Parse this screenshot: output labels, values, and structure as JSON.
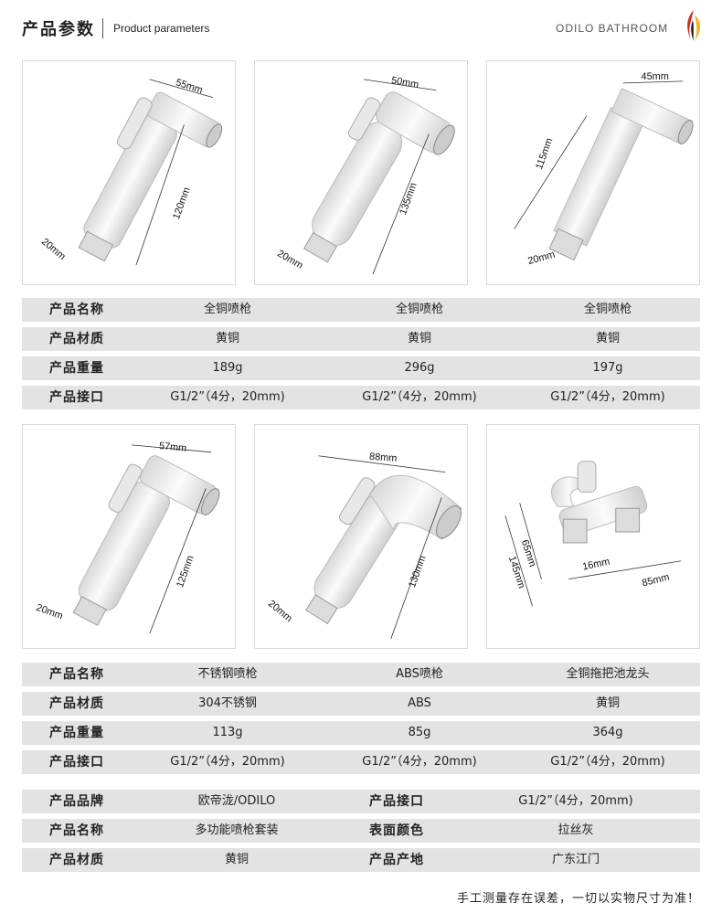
{
  "header": {
    "title_cn": "产品参数",
    "title_en": "Product parameters",
    "brand": "ODILO BATHROOM"
  },
  "row1": {
    "products": [
      {
        "dims": [
          "55mm",
          "120mm",
          "20mm"
        ]
      },
      {
        "dims": [
          "50mm",
          "135mm",
          "20mm"
        ]
      },
      {
        "dims": [
          "45mm",
          "115mm",
          "20mm"
        ]
      }
    ],
    "specs": [
      {
        "label": "产品名称",
        "values": [
          "全铜喷枪",
          "全铜喷枪",
          "全铜喷枪"
        ]
      },
      {
        "label": "产品材质",
        "values": [
          "黄铜",
          "黄铜",
          "黄铜"
        ]
      },
      {
        "label": "产品重量",
        "values": [
          "189g",
          "296g",
          "197g"
        ]
      },
      {
        "label": "产品接口",
        "values": [
          "G1/2”（4分，20mm)",
          "G1/2”（4分，20mm)",
          "G1/2”（4分，20mm)"
        ]
      }
    ]
  },
  "row2": {
    "products": [
      {
        "dims": [
          "57mm",
          "125mm",
          "20mm"
        ]
      },
      {
        "dims": [
          "88mm",
          "130mm",
          "20mm"
        ]
      },
      {
        "dims": [
          "65mm",
          "145mm",
          "16mm",
          "85mm"
        ]
      }
    ],
    "specs": [
      {
        "label": "产品名称",
        "values": [
          "不锈钢喷枪",
          "ABS喷枪",
          "全铜拖把池龙头"
        ]
      },
      {
        "label": "产品材质",
        "values": [
          "304不锈钢",
          "ABS",
          "黄铜"
        ]
      },
      {
        "label": "产品重量",
        "values": [
          "113g",
          "85g",
          "364g"
        ]
      },
      {
        "label": "产品接口",
        "values": [
          "G1/2”（4分，20mm)",
          "G1/2”（4分，20mm)",
          "G1/2”（4分，20mm)"
        ]
      }
    ]
  },
  "summary": [
    {
      "label1": "产品品牌",
      "value1": "欧帝泷/ODILO",
      "label2": "产品接口",
      "value2": "G1/2”（4分，20mm)"
    },
    {
      "label1": "产品名称",
      "value1": "多功能喷枪套装",
      "label2": "表面颜色",
      "value2": "拉丝灰"
    },
    {
      "label1": "产品材质",
      "value1": "黄铜",
      "label2": "产品产地",
      "value2": "广东江门"
    }
  ],
  "note": "手工测量存在误差，一切以实物尺寸为准！",
  "colors": {
    "row_bg": "#e3e3e3",
    "flame_red": "#d9261c",
    "flame_yellow": "#f2b31b",
    "flame_dark": "#222222"
  }
}
